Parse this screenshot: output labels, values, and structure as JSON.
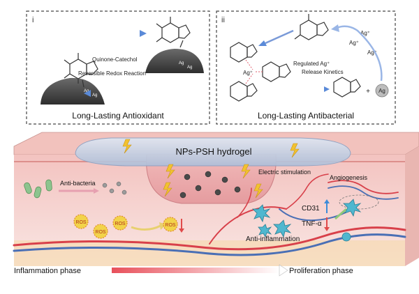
{
  "panel_i": {
    "index": "i",
    "reaction_line1": "Quinone-Catechol",
    "reaction_line2": "Reversible Redox Reaction",
    "ag_label": "Ag",
    "caption": "Long-Lasting Antioxidant"
  },
  "panel_ii": {
    "index": "ii",
    "ag_plus": "Ag⁺",
    "ag": "Ag",
    "plus": "+",
    "release_line1": "Regulated Ag⁺",
    "release_line2": "Release Kinetics",
    "caption": "Long-Lasting Antibacterial"
  },
  "tissue": {
    "hydrogel_label": "NPs-PSH hydrogel",
    "electric_label": "Electric stimulation",
    "anti_bacteria": "Anti-bacteria",
    "ros": "ROS",
    "angiogenesis": "Angiogenesis",
    "cd31": "CD31",
    "tnf": "TNF-α",
    "anti_inflammation": "Anti-inflammation"
  },
  "phases": {
    "start": "Inflammation phase",
    "end": "Proliferation phase"
  },
  "colors": {
    "dash_border": "#444444",
    "tissue_top": "#f4c9c6",
    "tissue_body": "#f8e2df",
    "hydrogel": "#c9d6e8",
    "vessel_red": "#d8404a",
    "vessel_blue": "#4a6fb5",
    "arrow_gradient_start": "#e8505b",
    "arrow_gradient_end": "#ffffff",
    "ros_fill": "#f2d34a",
    "cell_teal": "#4fb7cf",
    "up_arrow": "#3b8bd9",
    "down_arrow": "#e04a4a"
  }
}
